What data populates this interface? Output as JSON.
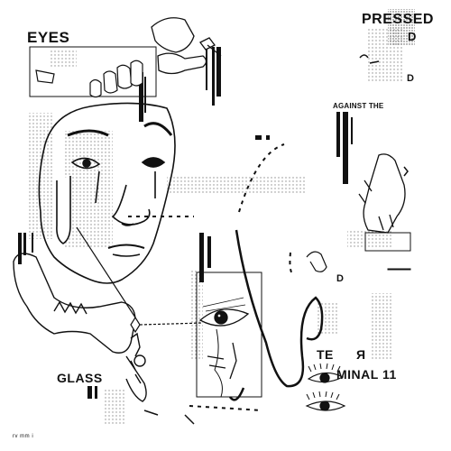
{
  "artwork": {
    "text": {
      "eyes": "EYES",
      "pressed": "PRESSED",
      "d_top": "D",
      "d_mid": "D",
      "d_lower": "D",
      "against_the": "AGAINST THE",
      "te": "TE",
      "ya": "Я",
      "minal": "MINAL 11",
      "glass": "GLASS",
      "footer_mark": "rv mm i"
    },
    "palette": {
      "ink": "#111111",
      "paper": "#ffffff",
      "halftone": "#8a8a8a"
    },
    "icons": [
      "face-illustration",
      "hand-icon",
      "eye-icon",
      "jaw-skull-icon",
      "paperclip-icon",
      "bone-icon",
      "barcode-icon"
    ]
  }
}
